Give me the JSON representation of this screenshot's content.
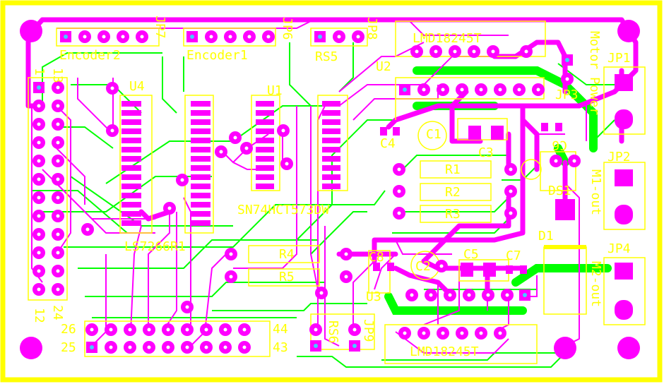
{
  "colors": {
    "background": "#ffffff",
    "board_outline": "#ffff00",
    "silkscreen": "#ffff00",
    "top_copper": "#ff00ff",
    "bottom_copper": "#00ff00",
    "pad_square": "#ff00ff",
    "pad_drill": "#40d0ff"
  },
  "components": {
    "encoder2": "Encoder2",
    "encoder1": "Encoder1",
    "jp7": "JP7",
    "jp6": "JP6",
    "rs5": "RS5",
    "jp8": "JP8",
    "u2": "U2",
    "lmd_top": "LMD18245T",
    "motor_power": "Motor Power",
    "jp1": "JP1",
    "jp3": "JP3",
    "u4": "U4",
    "u1": "U1",
    "c1": "C1",
    "c4": "C4",
    "c3": "C3",
    "c6": "C6",
    "jp2": "JP2",
    "m1_out": "M1-out",
    "r1": "R1",
    "r2": "R2",
    "r3": "R3",
    "ds1": "DS1",
    "d1": "D1",
    "sn74": "SN74HCT573DW",
    "ls7266": "LS7266R1",
    "r4": "R4",
    "r5": "R5",
    "c8": "C8",
    "c2": "C2",
    "c5": "C5",
    "c7": "C7",
    "u3": "U3",
    "jp4": "JP4",
    "m2_out": "M2-out",
    "lmd_bottom": "LMD18245T",
    "jp9": "JP9",
    "rs6": "RS6",
    "j_pin_13": "13",
    "j_pin_1": "1",
    "j_pin_24": "24",
    "j_pin_12": "12",
    "hdr_26": "26",
    "hdr_25": "25",
    "hdr_44": "44",
    "hdr_43": "43"
  }
}
